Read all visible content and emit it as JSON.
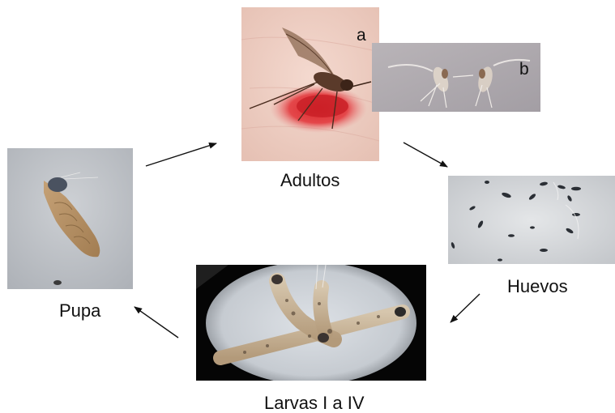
{
  "stages": {
    "adults": {
      "label": "Adultos",
      "photo_a_letter": "a",
      "photo_b_letter": "b"
    },
    "eggs": {
      "label": "Huevos"
    },
    "larvae": {
      "label": "Larvas I a IV"
    },
    "pupa": {
      "label": "Pupa"
    }
  },
  "cycle_order": [
    "Adultos",
    "Huevos",
    "Larvas I a IV",
    "Pupa"
  ],
  "colors": {
    "background": "#ffffff",
    "text": "#111111",
    "arrow": "#111111"
  }
}
